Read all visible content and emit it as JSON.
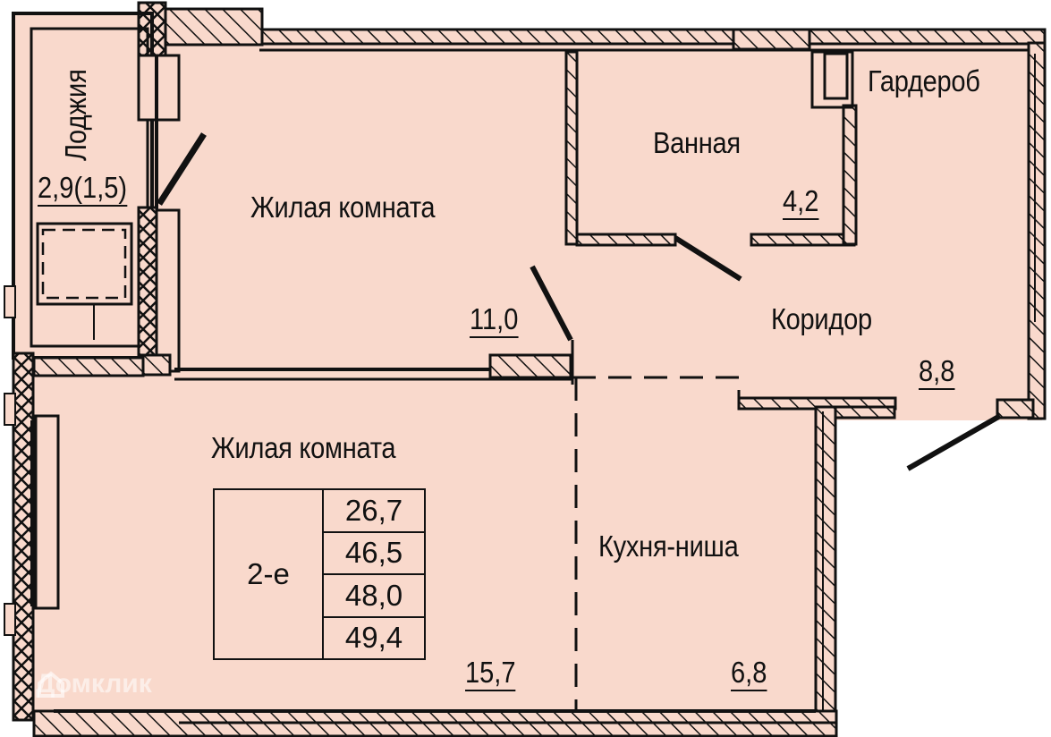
{
  "plan": {
    "fill_color": "#f9d9cc",
    "wall_color": "#111111",
    "rooms": [
      {
        "name": "Лоджия",
        "area": "2,9(1,5)"
      },
      {
        "name": "Жилая комната",
        "area": "11,0"
      },
      {
        "name": "Ванная",
        "area": "4,2"
      },
      {
        "name": "Гардероб",
        "area": ""
      },
      {
        "name": "Коридор",
        "area": "8,8"
      },
      {
        "name": "Жилая комната",
        "area": "15,7"
      },
      {
        "name": "Кухня-ниша",
        "area": "6,8"
      }
    ],
    "summary": {
      "rooms_label": "2-е",
      "values": [
        "26,7",
        "46,5",
        "48,0",
        "49,4"
      ]
    },
    "watermark": "Домклик"
  }
}
